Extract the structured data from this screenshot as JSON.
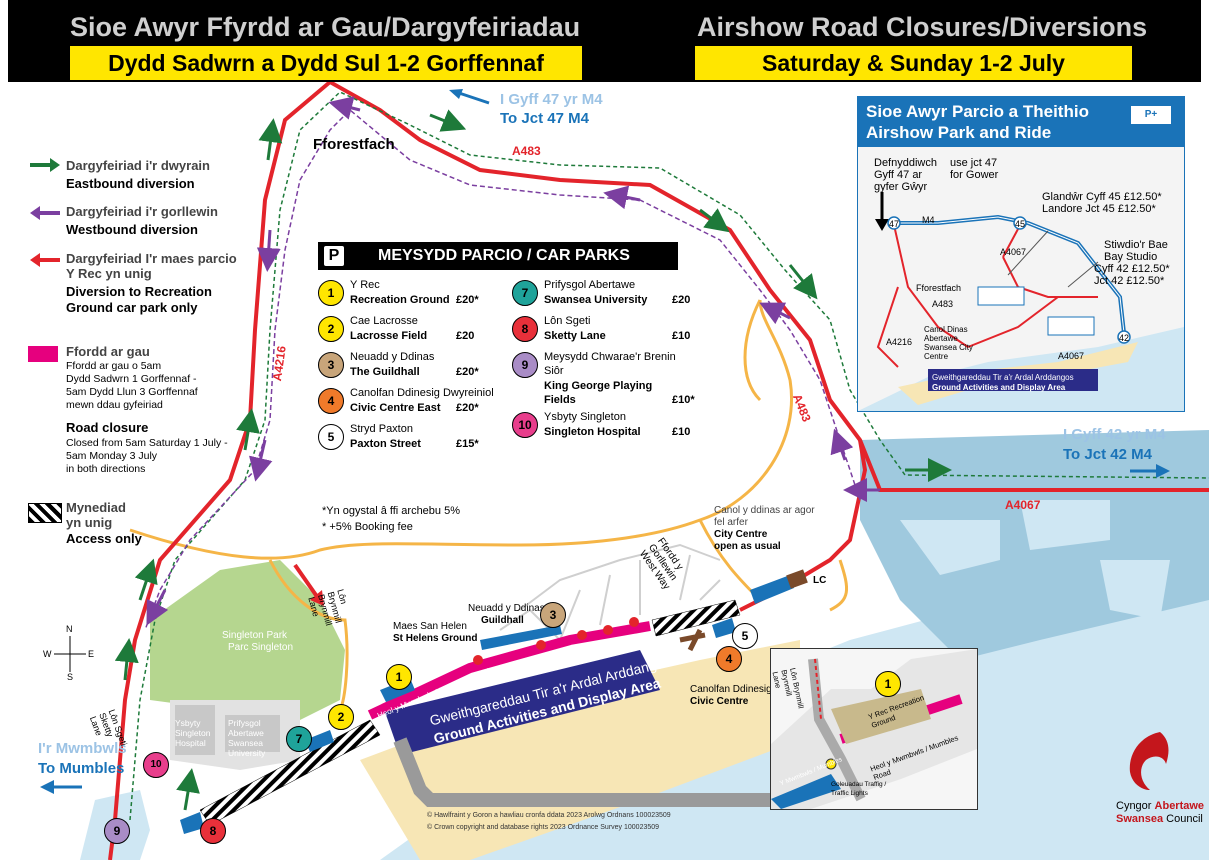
{
  "banner": {
    "title_cy": "Sioe Awyr Ffyrdd ar Gau/Dargyfeiriadau",
    "title_en": "Airshow Road Closures/Diversions",
    "date_cy": "Dydd Sadwrn a Dydd Sul 1-2 Gorffennaf",
    "date_en": "Saturday & Sunday 1-2 July"
  },
  "legend": {
    "eastbound_cy": "Dargyfeiriad i'r dwyrain",
    "eastbound_en": "Eastbound diversion",
    "westbound_cy": "Dargyfeiriad i'r gorllewin",
    "westbound_en": "Westbound diversion",
    "rec_cy": "Dargyfeiriad I'r maes parcio Y Rec yn unig",
    "rec_en_1": "Diversion to Recreation",
    "rec_en_2": "Ground car park only",
    "closure_cy_title": "Ffordd ar gau",
    "closure_cy_1": "Ffordd ar gau o 5am",
    "closure_cy_2": "Dydd Sadwrn 1 Gorffennaf -",
    "closure_cy_3": "5am Dydd Llun 3 Gorffennaf",
    "closure_cy_4": "mewn ddau gyfeiriad",
    "closure_en_title": "Road closure",
    "closure_en_1": "Closed from 5am Saturday 1 July -",
    "closure_en_2": "5am Monday 3 July",
    "closure_en_3": "in both directions",
    "access_cy_1": "Mynediad",
    "access_cy_2": "yn unig",
    "access_en": "Access only"
  },
  "carparks": {
    "heading": "MEYSYDD PARCIO / CAR PARKS",
    "p_symbol": "P",
    "items": [
      {
        "num": "1",
        "cy": "Y Rec",
        "en": "Recreation Ground",
        "price": "£20*",
        "color": "#ffe600"
      },
      {
        "num": "2",
        "cy": "Cae Lacrosse",
        "en": "Lacrosse Field",
        "price": "£20",
        "color": "#ffe600"
      },
      {
        "num": "3",
        "cy": "Neuadd y Ddinas",
        "en": "The Guildhall",
        "price": "£20*",
        "color": "#c8a57a"
      },
      {
        "num": "4",
        "cy": "Canolfan Ddinesig Dwyreiniol",
        "en": "Civic Centre East",
        "price": "£20*",
        "color": "#f07a2a"
      },
      {
        "num": "5",
        "cy": "Stryd Paxton",
        "en": "Paxton Street",
        "price": "£15*",
        "color": "#ffffff"
      },
      {
        "num": "7",
        "cy": "Prifysgol Abertawe",
        "en": "Swansea University",
        "price": "£20",
        "color": "#1fa39a"
      },
      {
        "num": "8",
        "cy": "Lôn Sgeti",
        "en": "Sketty Lane",
        "price": "£10",
        "color": "#e8303a"
      },
      {
        "num": "9",
        "cy": "Meysydd Chwarae'r Brenin Siôr",
        "en": "King George Playing Fields",
        "price": "£10*",
        "color": "#a98cc6"
      },
      {
        "num": "10",
        "cy": "Ysbyty Singleton",
        "en": "Singleton Hospital",
        "price": "£10",
        "color": "#e83e8c"
      }
    ],
    "note_cy": "*Yn ogystal â ffi archebu 5%",
    "note_en": "* +5% Booking fee"
  },
  "map": {
    "to_m4_47_cy": "I Gyff 47 yr M4",
    "to_m4_47_en": "To Jct 47 M4",
    "to_m4_42_cy": "I Gyff 42 yr M4",
    "to_m4_42_en": "To Jct 42 M4",
    "to_mumbles_cy": "I'r Mwmbwls",
    "to_mumbles_en": "To Mumbles",
    "fforestfach": "Fforestfach",
    "a483_top": "A483",
    "a483_right": "A483",
    "a4216": "A4216",
    "a4067": "A4067",
    "city_centre_cy": "Canol y ddinas ar agor fel arfer",
    "city_centre_en_1": "City Centre",
    "city_centre_en_2": "open as usual",
    "lc": "LC",
    "singleton_park_en": "Singleton Park",
    "singleton_park_cy": "Parc Singleton",
    "hospital_cy": "Ysbyty Singleton Hospital",
    "university_cy": "Prifysgol Abertawe Swansea University",
    "sketty_lane": "Lôn Sgeti Sketty Lane",
    "brynmill_lane": "Lôn Brynmill Brynmill Lane",
    "st_helens_cy": "Maes San Helen",
    "st_helens_en": "St Helens Ground",
    "guildhall_cy": "Neuadd y Ddinas",
    "guildhall_en": "Guildhall",
    "civic_cy": "Canolfan Ddinesig",
    "civic_en": "Civic Centre",
    "west_way": "Ffordd y Gorllewin West Way",
    "mumbles_road": "Heol y Mwmbwls / Mumbles Road",
    "oystermouth_road": "Heol Ystumllwynarth / Oystermouth Road",
    "display_area_cy": "Gweithgareddau Tir a'r Ardal Arddangos",
    "display_area_en": "Ground Activities and Display Area",
    "compass_n": "N",
    "compass_s": "S",
    "compass_e": "E",
    "compass_w": "W",
    "copyright_cy": "© Hawlfraint y Goron a hawliau cronfa ddata 2023 Arolwg Ordnans 100023509",
    "copyright_en": "© Crown copyright and database rights 2023 Ordnance Survey 100023509"
  },
  "inset": {
    "title_cy": "Sioe Awyr Parcio a Theithio",
    "title_en": "Airshow Park and Ride",
    "pr_badge": "P+",
    "use47_cy_1": "Defnyddiwch",
    "use47_cy_2": "Gyff 47 ar",
    "use47_cy_3": "gyfer Gŵyr",
    "use47_en_1": "use jct 47",
    "use47_en_2": "for Gower",
    "glandwr": "Glandŵr  Cyff 45 £12.50*",
    "landore": "Landore  Jct 45 £12.50*",
    "stiwdio": "Stiwdio'r Bae",
    "bay_studio": "Bay Studio",
    "cyff42": "Cyff 42 £12.50*",
    "jct42": "Jct 42  £12.50*",
    "m4": "M4",
    "j47": "47",
    "j45": "45",
    "j42": "42",
    "fforestfach": "Fforestfach",
    "a483": "A483",
    "a4216": "A4216",
    "a4067_1": "A4067",
    "a4067_2": "A4067",
    "city_centre": "Canol Dinas Abertawe Swansea City Centre",
    "display_label_cy": "Gweithgareddau Tir a'r Ardal Arddangos",
    "display_label_en": "Ground Activities and Display Area"
  },
  "detail_inset": {
    "brynmill": "Lôn Brynmill Brynmill Lane",
    "rec": "Y Rec Recreation Ground",
    "mumbles_road": "Heol y Mwmbwls / Mumbles Road",
    "traffic_lights_cy": "Goleuadau Traffig /",
    "traffic_lights_en": "Traffic Lights",
    "mumbles_short": "Y Mwmbwls / Mumbles",
    "pin": "1"
  },
  "council": {
    "cy_prefix": "Cyngor",
    "cy_name": "Abertawe",
    "en_name": "Swansea",
    "en_suffix": "Council"
  },
  "colors": {
    "eastbound": "#1e7a3a",
    "westbound": "#7b3fa0",
    "closure": "#e6007e",
    "red_road": "#e3242b",
    "local_road": "#f5b547",
    "sea": "#cfe7f3",
    "dock": "#9fc9de",
    "park": "#b5d68f",
    "sand": "#f7e6b5",
    "display": "#2b2c88",
    "inset_blue": "#1a73b8"
  }
}
